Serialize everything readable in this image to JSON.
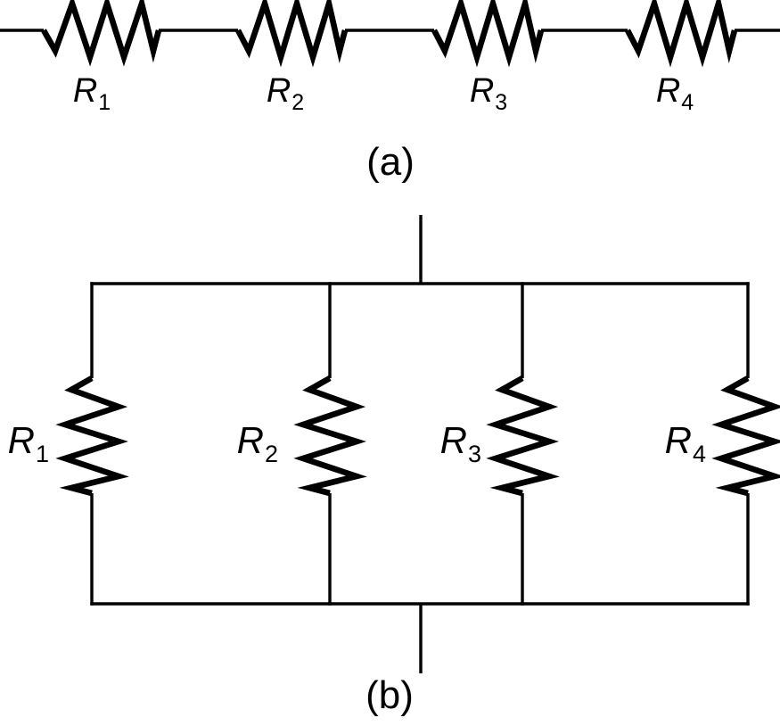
{
  "panel_a": {
    "caption": "(a)",
    "resistors": [
      {
        "symbol": "R",
        "sub": "1"
      },
      {
        "symbol": "R",
        "sub": "2"
      },
      {
        "symbol": "R",
        "sub": "3"
      },
      {
        "symbol": "R",
        "sub": "4"
      }
    ]
  },
  "panel_b": {
    "caption": "(b)",
    "resistors": [
      {
        "symbol": "R",
        "sub": "1"
      },
      {
        "symbol": "R",
        "sub": "2"
      },
      {
        "symbol": "R",
        "sub": "3"
      },
      {
        "symbol": "R",
        "sub": "4"
      }
    ]
  },
  "colors": {
    "line": "#000000",
    "background": "#ffffff"
  }
}
